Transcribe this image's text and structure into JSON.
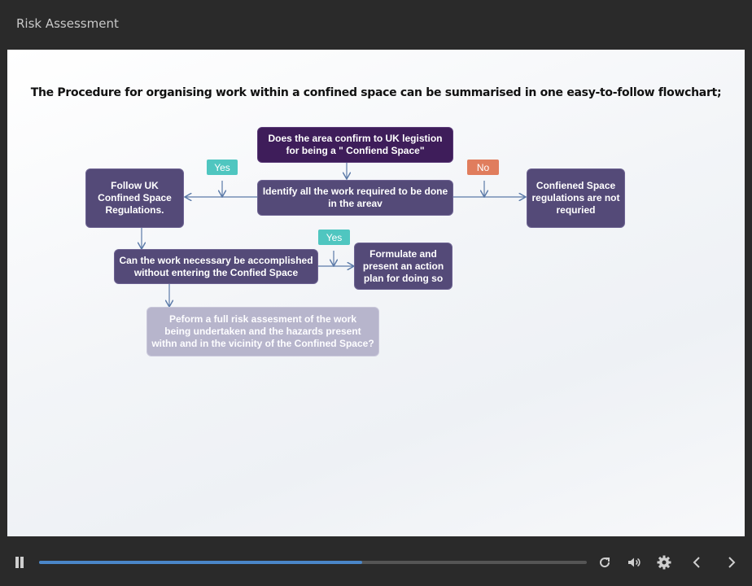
{
  "app": {
    "title": "Risk Assessment"
  },
  "slide": {
    "heading": "The Procedure for organising work within a confined space can be summarised in one easy-to-follow flowchart;"
  },
  "flowchart": {
    "question": "Does the area confirm to UK legistion\nfor being a \" Confiend Space\"",
    "identify": "Identify all the work required to be done\nin the areav",
    "follow": "Follow UK\nConfined Space\nRegulations.",
    "not_required": "Confiened Space\nregulations are not\nrequried",
    "can_work": "Can the work necessary be accomplished\nwithout entering the Confied Space",
    "formulate": "Formulate and\npresent an action\nplan for doing so",
    "perform": "Peform a full risk assesment of the work\nbeing undertaken and the hazards present\nwithn and in the vicinity of  the Confined Space?",
    "yes_label": "Yes",
    "no_label": "No"
  },
  "player": {
    "progress": 0.59,
    "progress_color": "#4a86c8",
    "icons": [
      "pause-icon",
      "replay-icon",
      "volume-icon",
      "settings-gear-icon",
      "previous-chevron-icon",
      "next-chevron-icon"
    ]
  }
}
